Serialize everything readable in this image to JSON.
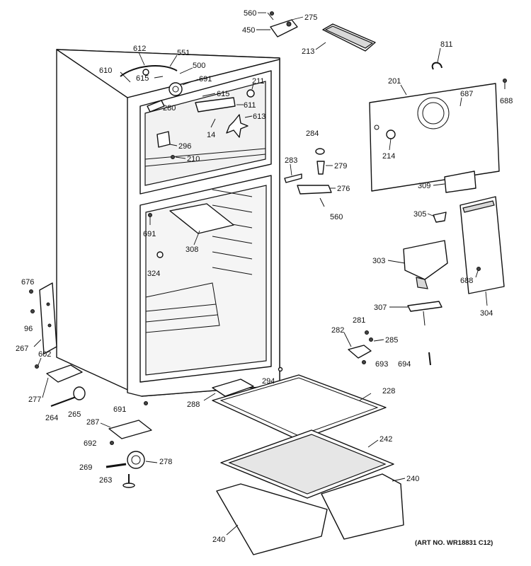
{
  "art_number": "(ART NO. WR18831 C12)",
  "callouts": [
    "560",
    "275",
    "450",
    "213",
    "811",
    "612",
    "551",
    "500",
    "610",
    "691",
    "615",
    "615",
    "211",
    "201",
    "687",
    "688",
    "280",
    "611",
    "613",
    "14",
    "296",
    "210",
    "284",
    "214",
    "283",
    "279",
    "276",
    "560",
    "309",
    "305",
    "691",
    "308",
    "324",
    "303",
    "688",
    "676",
    "96",
    "267",
    "602",
    "307",
    "304",
    "281",
    "282",
    "285",
    "693",
    "694",
    "294",
    "277",
    "228",
    "264",
    "265",
    "691",
    "288",
    "287",
    "242",
    "692",
    "269",
    "278",
    "240",
    "263",
    "240"
  ]
}
